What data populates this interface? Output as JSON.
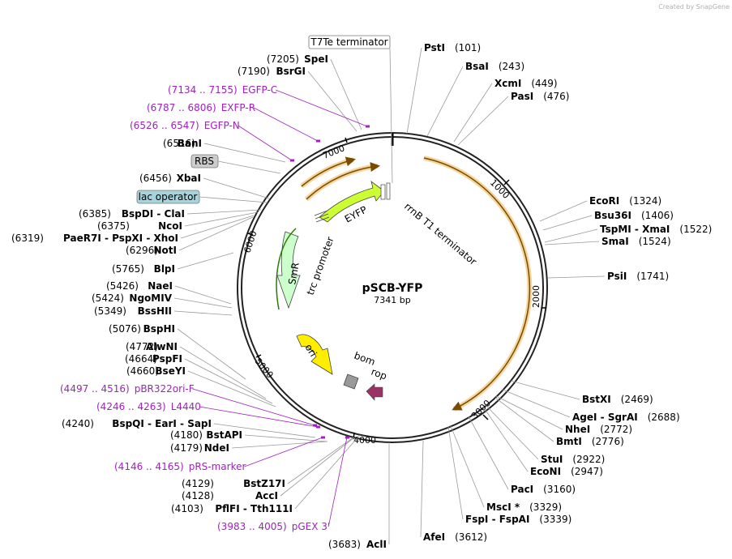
{
  "credit": "Created by SnapGene",
  "plasmid": {
    "name": "pSCB-YFP",
    "length": "7341 bp"
  },
  "ticks": [
    "1000",
    "2000",
    "3000",
    "4000",
    "5000",
    "6000",
    "7000"
  ],
  "features": {
    "eyfp": "EYFP",
    "smr": "SmR",
    "ori": "ori",
    "bom": "bom",
    "rop": "rop",
    "trc": "trc promoter",
    "rrnb": "rrnB T1 terminator"
  },
  "boxed": {
    "t7te": "T7Te terminator",
    "rbs": "RBS",
    "lacop": "lac operator"
  },
  "right_sites": [
    {
      "name": "PstI",
      "pos": "(101)"
    },
    {
      "name": "BsaI",
      "pos": "(243)"
    },
    {
      "name": "XcmI",
      "pos": "(449)"
    },
    {
      "name": "PasI",
      "pos": "(476)"
    },
    {
      "name": "EcoRI",
      "pos": "(1324)"
    },
    {
      "name": "Bsu36I",
      "pos": "(1406)"
    },
    {
      "name": "TspMI - XmaI",
      "pos": "(1522)"
    },
    {
      "name": "SmaI",
      "pos": "(1524)"
    },
    {
      "name": "PsiI",
      "pos": "(1741)"
    },
    {
      "name": "BstXI",
      "pos": "(2469)"
    },
    {
      "name": "AgeI - SgrAI",
      "pos": "(2688)"
    },
    {
      "name": "NheI",
      "pos": "(2772)"
    },
    {
      "name": "BmtI",
      "pos": "(2776)"
    },
    {
      "name": "StuI",
      "pos": "(2922)"
    },
    {
      "name": "EcoNI",
      "pos": "(2947)"
    },
    {
      "name": "PacI",
      "pos": "(3160)"
    },
    {
      "name": "MscI *",
      "pos": "(3329)"
    },
    {
      "name": "FspI - FspAI",
      "pos": "(3339)"
    },
    {
      "name": "AfeI",
      "pos": "(3612)"
    }
  ],
  "left_sites": [
    {
      "name": "AclI",
      "pos": "(3683)"
    },
    {
      "name": "PflFI - Tth111I",
      "pos": "(4103)"
    },
    {
      "name": "AccI",
      "pos": "(4128)"
    },
    {
      "name": "BstZ17I",
      "pos": "(4129)"
    },
    {
      "name": "NdeI",
      "pos": "(4179)"
    },
    {
      "name": "BstAPI",
      "pos": "(4180)"
    },
    {
      "name": "BspQI - EarI - SapI",
      "pos": "(4240)"
    },
    {
      "name": "BseYI",
      "pos": "(4660)"
    },
    {
      "name": "PspFI",
      "pos": "(4664)"
    },
    {
      "name": "AlwNI",
      "pos": "(4772)"
    },
    {
      "name": "BspHI",
      "pos": "(5076)"
    },
    {
      "name": "BssHII",
      "pos": "(5349)"
    },
    {
      "name": "NgoMIV",
      "pos": "(5424)"
    },
    {
      "name": "NaeI",
      "pos": "(5426)"
    },
    {
      "name": "BlpI",
      "pos": "(5765)"
    },
    {
      "name": "NotI",
      "pos": "(6296)"
    },
    {
      "name": "PaeR7I - PspXI - XhoI",
      "pos": "(6319)"
    },
    {
      "name": "NcoI",
      "pos": "(6375)"
    },
    {
      "name": "BspDI - ClaI",
      "pos": "(6385)"
    },
    {
      "name": "XbaI",
      "pos": "(6456)"
    },
    {
      "name": "BanI",
      "pos": "(6516)"
    },
    {
      "name": "BsrGI",
      "pos": "(7190)"
    },
    {
      "name": "SpeI",
      "pos": "(7205)"
    }
  ],
  "primers": [
    {
      "range": "(7134 .. 7155)",
      "name": "EGFP-C"
    },
    {
      "range": "(6787 .. 6806)",
      "name": "EXFP-R"
    },
    {
      "range": "(6526 .. 6547)",
      "name": "EGFP-N"
    },
    {
      "range": "(4497 .. 4516)",
      "name": "pBR322ori-F"
    },
    {
      "range": "(4246 .. 4263)",
      "name": "L4440"
    },
    {
      "range": "(4146 .. 4165)",
      "name": "pRS-marker"
    },
    {
      "range": "(3983 .. 4005)",
      "name": "pGEX 3'"
    }
  ],
  "colors": {
    "eyfp": "#ccff33",
    "smr": "#ccffcc",
    "ori": "#ffee00",
    "bom": "#999999",
    "rop": "#993366",
    "orf": "#f5d49a",
    "primer": "#a020c0",
    "rbs_box": "#cccccc",
    "lac_box": "#a6d4dd"
  }
}
